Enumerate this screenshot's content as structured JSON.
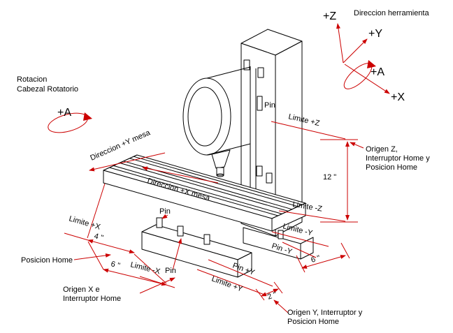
{
  "labels": {
    "tool_direction": "Direccion herramienta",
    "axis_z": "+Z",
    "axis_y": "+Y",
    "axis_a": "+A",
    "axis_x": "+X",
    "rotation_line1": "Rotacion",
    "rotation_line2": "Cabezal Rotatorio",
    "rotation_a": "+A",
    "dir_y_mesa": "Direccion +Y mesa",
    "dir_x_mesa": "Direccion +X mesa",
    "limite_z_plus": "Limite +Z",
    "limite_z_minus": "Limite -Z",
    "limite_y_minus": "Limite -Y",
    "limite_y_plus": "Limite +Y",
    "limite_x_plus": "Limite +X",
    "limite_x_minus": "Limite -X",
    "pin": "Pin",
    "pin_y_minus": "Pin -Y",
    "pin_y_plus": "Pin +Y",
    "dim_12": "12 \"",
    "dim_4": "4 \"",
    "dim_6": "6 \"",
    "dim_2": "2 \"",
    "posicion_home": "Posicion Home",
    "origen_z_1": "Origen Z,",
    "origen_z_2": "Interruptor Home y",
    "origen_z_3": "Posicion Home",
    "origen_x_1": "Origen X e",
    "origen_x_2": "Interruptor Home",
    "origen_y_1": "Origen Y, Interruptor y",
    "origen_y_2": "Posicion Home"
  },
  "colors": {
    "annotation_red": "#cc0000",
    "drawing_black": "#000000",
    "background": "#ffffff"
  }
}
